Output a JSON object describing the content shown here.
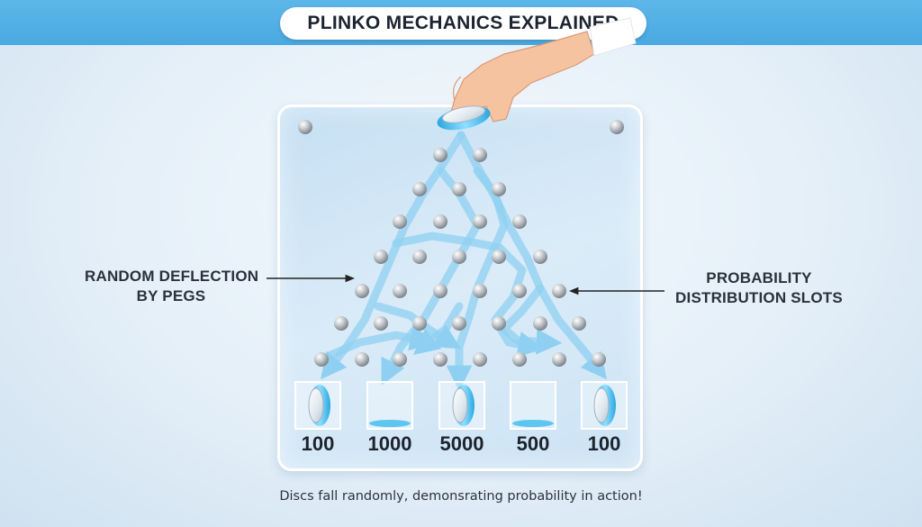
{
  "title": "PLINKO MECHANICS EXPLAINED",
  "left_label": {
    "lines": [
      "RANDOM DEFLECTION",
      "BY PEGS"
    ]
  },
  "right_label": {
    "lines": [
      "PROBABILITY",
      "DISTRIBUTION SLOTS"
    ]
  },
  "slots": [
    {
      "value": "100",
      "has_disc": true
    },
    {
      "value": "1000",
      "has_disc": false
    },
    {
      "value": "5000",
      "has_disc": true
    },
    {
      "value": "500",
      "has_disc": false
    },
    {
      "value": "100",
      "has_disc": true
    }
  ],
  "caption": "Discs fall randomly, demonsrating probability in action!",
  "colors": {
    "header": "#4aa9e1",
    "path_arrows": "#8fd0f2",
    "disc_rim": "#3fb8ea",
    "peg": "#9aa0a6"
  },
  "icons": [
    "hand-icon",
    "disc-icon",
    "peg-icon",
    "arrow-icon"
  ]
}
